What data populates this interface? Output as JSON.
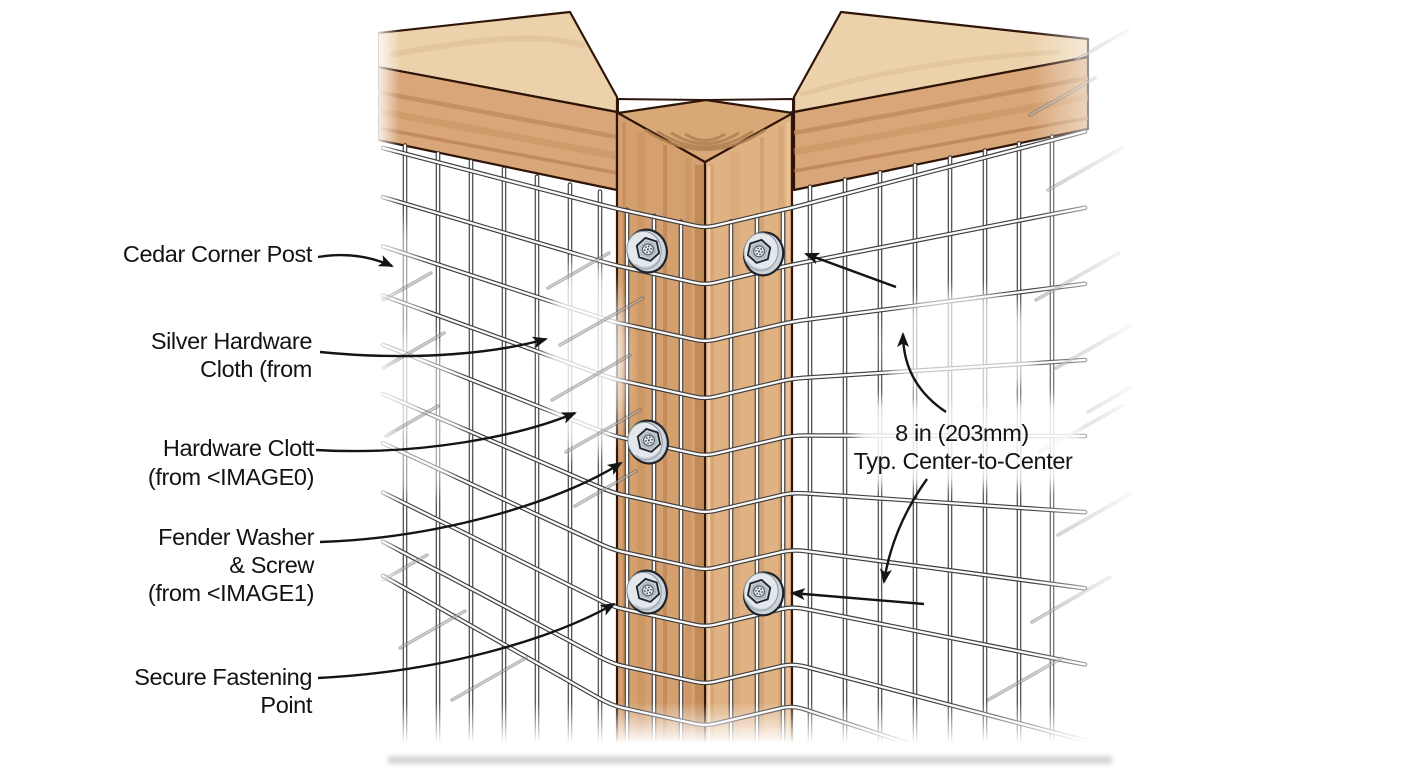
{
  "figure": {
    "title_hint": "Fence corner fastening detail illustration",
    "labels": {
      "cedar_post": "Cedar Corner Post",
      "silver_cloth_1": "Silver Hardware",
      "silver_cloth_2": "Cloth (from",
      "hardware_cloth_1": "Hardware Clott",
      "hardware_cloth_2": "(from <IMAGE0)",
      "fender_1": "Fender Washer",
      "fender_2": "& Screw",
      "fender_3": "(from <IMAGE1)",
      "secure_1": "Secure Fastening",
      "secure_2": "Point",
      "spacing_1": "8 in (203mm)",
      "spacing_2": "Typ. Center-to-Center"
    },
    "colors": {
      "background": "#ffffff",
      "wood_face": "#d8a678",
      "wood_top": "#ecd2ab",
      "wood_post_left": "#d5a06f",
      "wood_post_right": "#e0b183",
      "wood_grain": "#c08a5a",
      "wood_outline": "#2e1508",
      "end_grain": "#d9a877",
      "end_grain_ring": "#b08050",
      "wire_dark": "#3d3d3d",
      "wire_light": "#fbfbfb",
      "washer_rim": "#ccd4dc",
      "washer_face": "#e2e8ec",
      "hex_fill": "#c3ccd3",
      "metal_outline": "#20242a",
      "label_text": "#131313",
      "arrow": "#141414"
    }
  }
}
